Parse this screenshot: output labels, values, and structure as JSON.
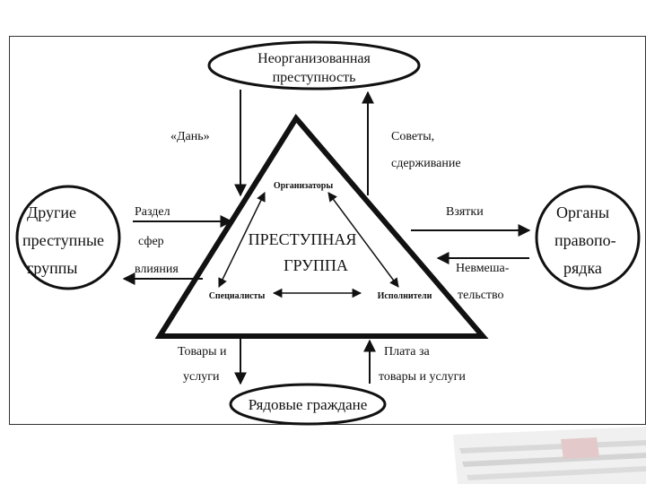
{
  "nodes": {
    "top": {
      "line1": "Неорганизованная",
      "line2": "преступность"
    },
    "left": {
      "line1": "Другие",
      "line2": "преступные",
      "line3": "группы"
    },
    "right": {
      "line1": "Органы",
      "line2": "правопо-",
      "line3": "рядка"
    },
    "bottom": {
      "label": "Рядовые граждане"
    }
  },
  "triangle": {
    "title_line1": "ПРЕСТУПНАЯ",
    "title_line2": "ГРУППА",
    "organizers": "Организаторы",
    "specialists": "Специалисты",
    "executors": "Исполнители"
  },
  "edges": {
    "tribute": "«Дань»",
    "advice_line1": "Советы,",
    "advice_line2": "сдерживание",
    "division_line1": "Раздел",
    "division_line2": "сфер",
    "division_line3": "влияния",
    "bribes": "Взятки",
    "nonint_line1": "Невмеша-",
    "nonint_line2": "тельство",
    "goods_line1": "Товары и",
    "goods_line2": "услуги",
    "payment_line1": "Плата за",
    "payment_line2": "товары и услуги"
  }
}
